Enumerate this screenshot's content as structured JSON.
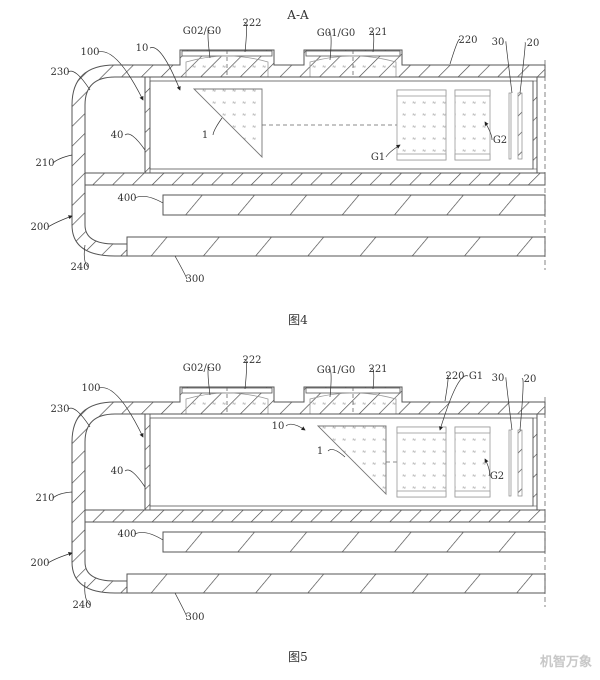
{
  "section_title": "A-A",
  "figures": [
    {
      "caption": "图4",
      "labels": [
        "G02/G0",
        "222",
        "G01/G0",
        "221",
        "220",
        "30",
        "20",
        "10",
        "100",
        "230",
        "1",
        "40",
        "210",
        "G1",
        "G2",
        "400",
        "200",
        "240",
        "300"
      ]
    },
    {
      "caption": "图5",
      "labels": [
        "G02/G0",
        "222",
        "G01/G0",
        "221",
        "220",
        "G1",
        "30",
        "20",
        "100",
        "230",
        "10",
        "1",
        "40",
        "210",
        "G2",
        "400",
        "200",
        "240",
        "300"
      ]
    }
  ],
  "watermark": "机智万象",
  "colors": {
    "line": "#555555",
    "hatch": "#444444",
    "background": "#ffffff"
  }
}
